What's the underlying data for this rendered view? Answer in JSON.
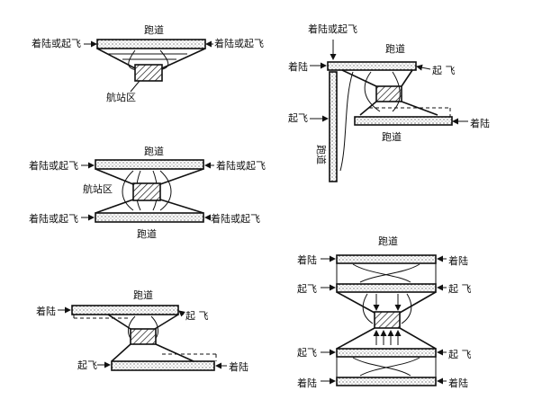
{
  "labels": {
    "runway": "跑道",
    "landing_or_takeoff": "着陆或起飞",
    "terminal": "航站区",
    "landing": "着陆",
    "takeoff": "起飞",
    "takeoff_spaced": "起 飞"
  }
}
